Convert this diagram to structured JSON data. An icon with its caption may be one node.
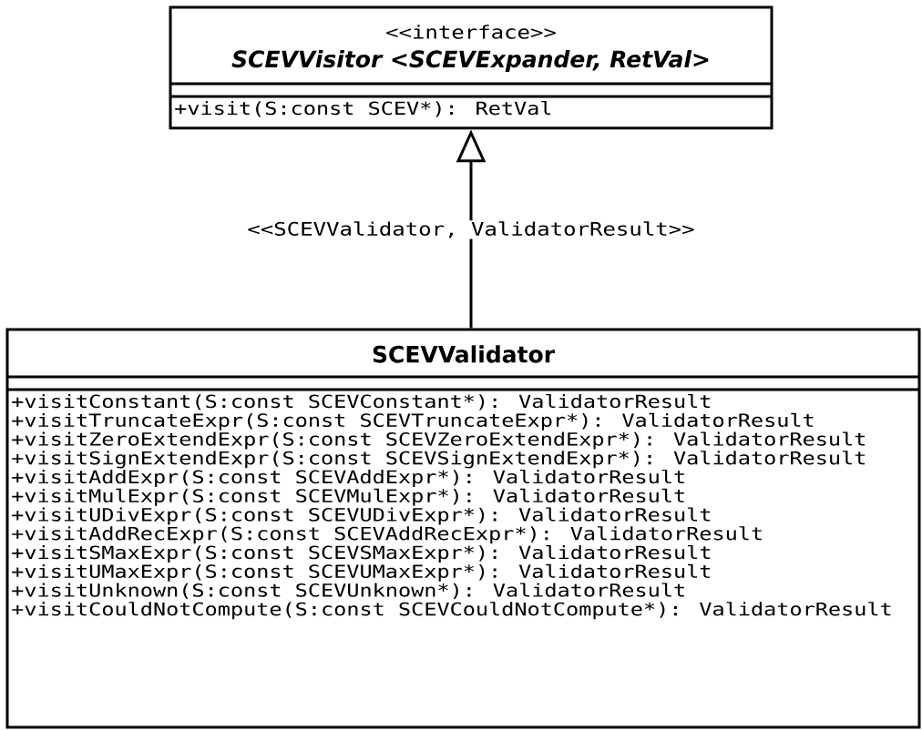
{
  "diagram": {
    "nodes": [
      {
        "text": [
          "<<interface>>",
          "SCEVVisitor <SCEVExpander, RetVal>",
          "+visit(S:const SCEV*): RetVal"
        ]
      },
      {
        "text": [
          "SCEVValidator",
          "+visitConstant(S:const SCEVConstant*): ValidatorResult",
          "+visitTruncateExpr(S:const SCEVTruncateExpr*): ValidatorResult",
          "+visitZeroExtendExpr(S:const SCEVZeroExtendExpr*): ValidatorResult",
          "+visitSignExtendExpr(S:const SCEVSignExtendExpr*): ValidatorResult",
          "+visitAddExpr(S:const SCEVAddExpr*): ValidatorResult",
          "+visitMulExpr(S:const SCEVMulExpr*): ValidatorResult",
          "+visitUDivExpr(S:const SCEVUDivExpr*): ValidatorResult",
          "+visitAddRecExpr(S:const SCEVAddRecExpr*): ValidatorResult",
          "+visitSMaxExpr(S:const SCEVSMaxExpr*): ValidatorResult",
          "+visitUMaxExpr(S:const SCEVUMaxExpr*): ValidatorResult",
          "+visitUnknown(S:const SCEVUnknown*): ValidatorResult",
          "+visitCouldNotCompute(S:const SCEVCouldNotCompute*): ValidatorResult"
        ]
      }
    ],
    "edges": [
      {
        "from": 1,
        "to": 0,
        "arrow": "to",
        "label": "<<SCEVValidator, ValidatorResult>>"
      }
    ]
  }
}
